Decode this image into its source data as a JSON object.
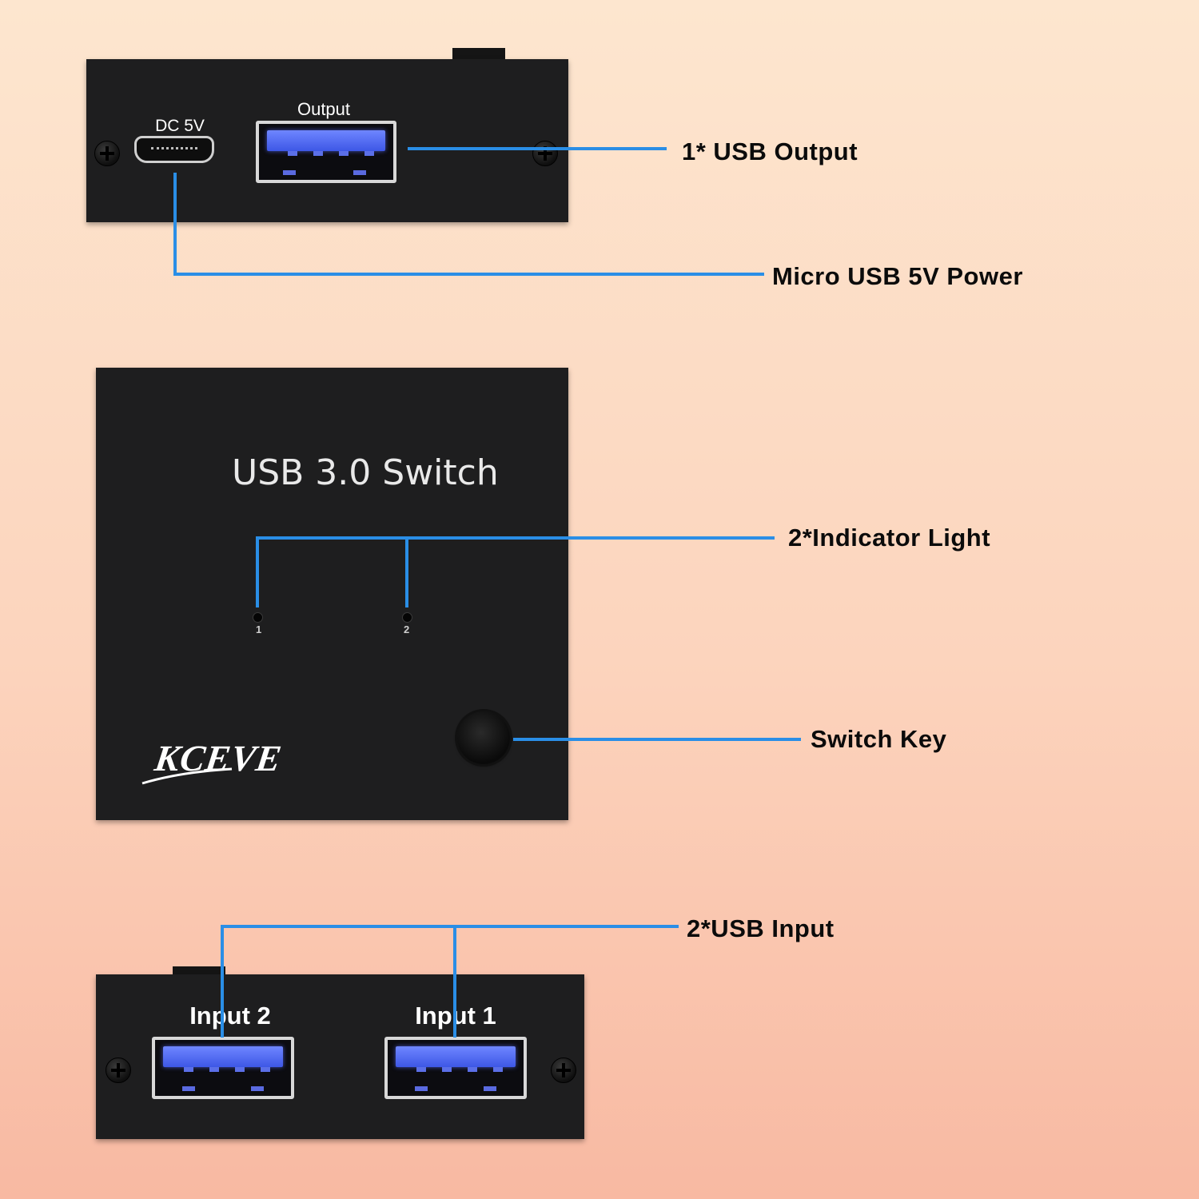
{
  "labels": {
    "dc_port": "DC 5V",
    "output_port": "Output",
    "device_title": "USB 3.0 Switch",
    "led_1": "1",
    "led_2": "2",
    "brand": "KCEVE",
    "input_2_port": "Input 2",
    "input_1_port": "Input 1"
  },
  "callouts": {
    "usb_output": "1* USB Output",
    "micro_usb_power": "Micro USB 5V Power",
    "indicator_light": "2*Indicator Light",
    "switch_key": "Switch Key",
    "usb_input": "2*USB Input"
  },
  "colors": {
    "callout_line": "#2a8ee6",
    "device_body": "#1e1e1f",
    "usb_blue": "#4a63f0"
  }
}
